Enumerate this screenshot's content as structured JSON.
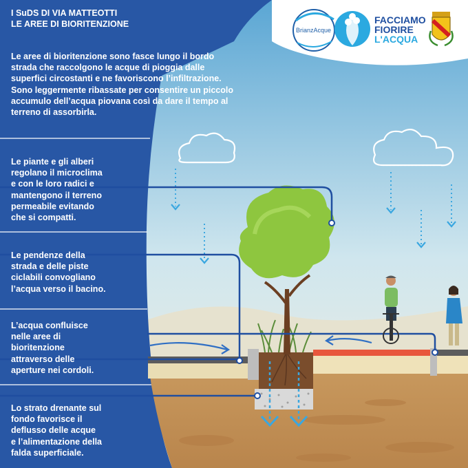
{
  "header": {
    "line1": "I SuDS DI VIA MATTEOTTI",
    "line2": "LE AREE DI BIORITENZIONE"
  },
  "logos": {
    "brianzacque": "BrianzAcque",
    "campaign_line1": "FACCIAMO",
    "campaign_line2": "FIORIRE",
    "campaign_line3": "L'ACQUA"
  },
  "paragraphs": {
    "intro": [
      "Le aree di bioritenzione sono fasce lungo il bordo",
      "strada che raccolgono le acque di pioggia dalle",
      "superfici circostanti e ne favoriscono l’infiltrazione.",
      "Sono leggermente ribassate per consentire un piccolo",
      "accumulo dell’acqua piovana così da dare il tempo al",
      "terreno di assorbirla."
    ],
    "plants": [
      "Le piante e gli alberi",
      "regolano il microclima",
      "e con le loro radici  e",
      "mantengono il terreno",
      "permeabile evitando",
      "che si compatti."
    ],
    "slopes": [
      "Le pendenze della",
      "strada e delle piste",
      "ciclabili convogliano",
      "l’acqua verso il bacino."
    ],
    "inflow": [
      "L’acqua confluisce",
      "nelle aree di",
      "bioritenzione",
      "attraverso delle",
      "aperture nei cordoli."
    ],
    "drainage": [
      "Lo strato drenante sul",
      "fondo favorisce il",
      "deflusso delle acque",
      "e l’alimentazione della",
      "falda superficiale."
    ]
  },
  "colors": {
    "panel": "#2857a5",
    "accent_line": "#1f4ea0",
    "soil": "#c8955a",
    "tree": "#8ec63f",
    "bike_lane": "#e8573c",
    "sky_top": "#6aaed6"
  }
}
